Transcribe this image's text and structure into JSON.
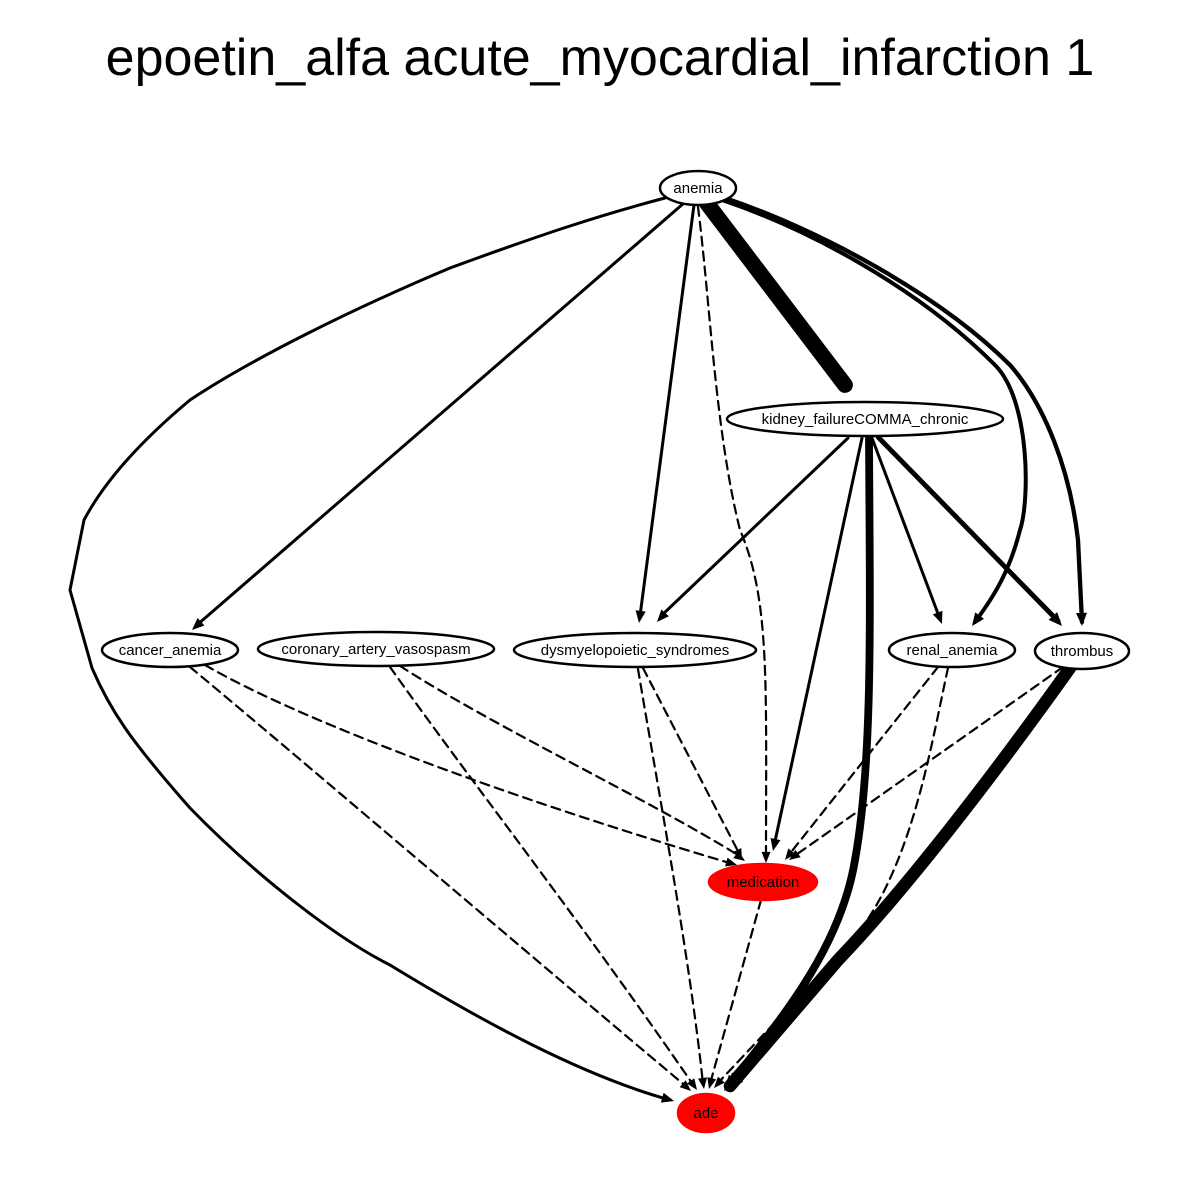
{
  "title": "epoetin_alfa acute_myocardial_infarction 1",
  "colors": {
    "highlight_node": "#ff0000",
    "default_node": "#ffffff",
    "edge": "#000000"
  },
  "nodes": [
    {
      "id": "anemia",
      "label": "anemia",
      "highlight": false
    },
    {
      "id": "kidney",
      "label": "kidney_failureCOMMA_chronic",
      "highlight": false
    },
    {
      "id": "cancer",
      "label": "cancer_anemia",
      "highlight": false
    },
    {
      "id": "coronary",
      "label": "coronary_artery_vasospasm",
      "highlight": false
    },
    {
      "id": "dysm",
      "label": "dysmyelopoietic_syndromes",
      "highlight": false
    },
    {
      "id": "renal",
      "label": "renal_anemia",
      "highlight": false
    },
    {
      "id": "thrombus",
      "label": "thrombus",
      "highlight": false
    },
    {
      "id": "medication",
      "label": "medication",
      "highlight": true
    },
    {
      "id": "ade",
      "label": "ade",
      "highlight": true
    }
  ],
  "edges": [
    {
      "from": "anemia",
      "to": "kidney",
      "style": "solid",
      "weight": 5
    },
    {
      "from": "anemia",
      "to": "cancer",
      "style": "solid",
      "weight": 1
    },
    {
      "from": "anemia",
      "to": "dysm",
      "style": "solid",
      "weight": 1
    },
    {
      "from": "anemia",
      "to": "renal",
      "style": "solid",
      "weight": 1.3
    },
    {
      "from": "anemia",
      "to": "thrombus",
      "style": "solid",
      "weight": 1.4
    },
    {
      "from": "anemia",
      "to": "ade",
      "style": "solid",
      "weight": 1
    },
    {
      "from": "anemia",
      "to": "medication",
      "style": "dashed",
      "weight": 0.5
    },
    {
      "from": "kidney",
      "to": "dysm",
      "style": "solid",
      "weight": 1
    },
    {
      "from": "kidney",
      "to": "medication",
      "style": "solid",
      "weight": 1
    },
    {
      "from": "kidney",
      "to": "ade",
      "style": "solid",
      "weight": 2.5
    },
    {
      "from": "kidney",
      "to": "renal",
      "style": "solid",
      "weight": 1
    },
    {
      "from": "kidney",
      "to": "thrombus",
      "style": "solid",
      "weight": 1.6
    },
    {
      "from": "cancer",
      "to": "medication",
      "style": "dashed",
      "weight": 0.5
    },
    {
      "from": "cancer",
      "to": "ade",
      "style": "dashed",
      "weight": 0.5
    },
    {
      "from": "coronary",
      "to": "medication",
      "style": "dashed",
      "weight": 0.5
    },
    {
      "from": "coronary",
      "to": "ade",
      "style": "dashed",
      "weight": 0.5
    },
    {
      "from": "dysm",
      "to": "medication",
      "style": "dashed",
      "weight": 0.5
    },
    {
      "from": "dysm",
      "to": "ade",
      "style": "dashed",
      "weight": 0.5
    },
    {
      "from": "renal",
      "to": "medication",
      "style": "dashed",
      "weight": 0.5
    },
    {
      "from": "renal",
      "to": "ade",
      "style": "dashed",
      "weight": 0.5
    },
    {
      "from": "thrombus",
      "to": "medication",
      "style": "dashed",
      "weight": 0.5
    },
    {
      "from": "thrombus",
      "to": "ade",
      "style": "solid",
      "weight": 4
    },
    {
      "from": "medication",
      "to": "ade",
      "style": "dashed",
      "weight": 0.5
    }
  ]
}
